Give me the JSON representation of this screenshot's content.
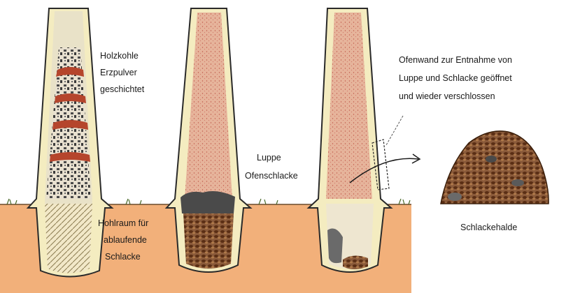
{
  "labels": {
    "furnace1_top": [
      "Holzkohle",
      "Erzpulver",
      "geschichtet"
    ],
    "furnace1_bottom": [
      "Hohlraum für",
      "ablaufende",
      "Schlacke"
    ],
    "furnace2_luppe": "Luppe",
    "furnace2_slag": "Ofenschlacke",
    "furnace3_note": [
      "Ofenwand zur Entnahme von",
      "Luppe und Schlacke geöffnet",
      "und wieder verschlossen"
    ],
    "heap": "Schlackehalde"
  },
  "colors": {
    "ground": "#f2b07a",
    "furnace_wall": "#f4ecc0",
    "furnace_interior": "#e4b69a",
    "ore_band": "#b5452c",
    "charcoal": "#5a5a5a",
    "slag": "#6b3b1f"
  }
}
